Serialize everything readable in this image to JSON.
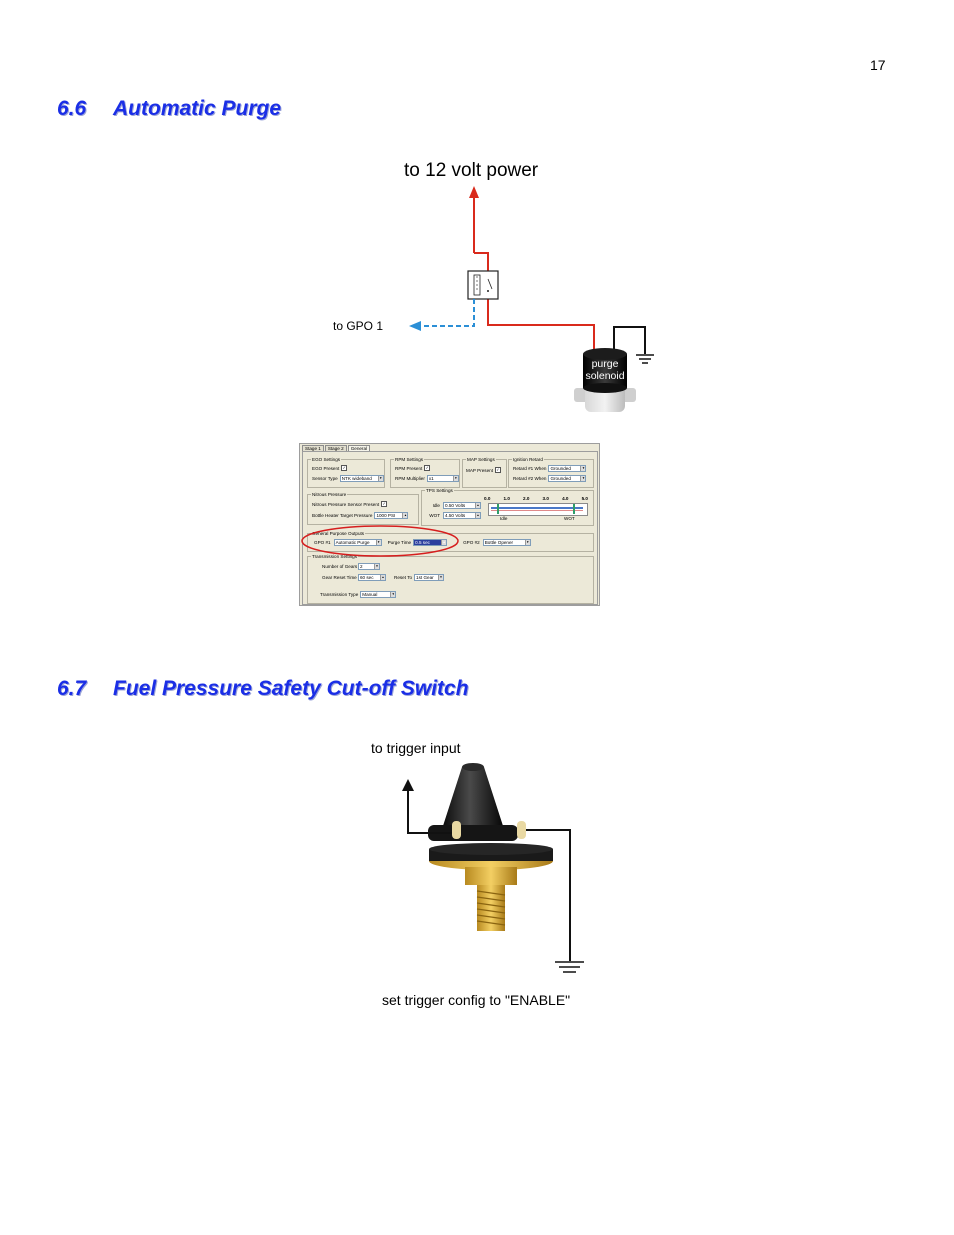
{
  "page": {
    "number": "17"
  },
  "section_6_6": {
    "number": "6.6",
    "title": "Automatic Purge"
  },
  "purge_diagram": {
    "power_label": "to 12 volt power",
    "gpo_label": "to GPO 1",
    "solenoid_line1": "purge",
    "solenoid_line2": "solenoid",
    "colors": {
      "power_wire": "#d92a1c",
      "signal_wire": "#2b8fd6",
      "ground_wire": "#111111"
    }
  },
  "software_panel": {
    "tabs": [
      "Stage 1",
      "Stage 2",
      "General"
    ],
    "egt_settings": {
      "title": "EGO Settings",
      "ego_present": "EGO Present",
      "sensor_type_label": "Sensor Type",
      "sensor_type_value": "NTK wideband"
    },
    "rpm_settings": {
      "title": "RPM Settings",
      "rpm_present": "RPM Present",
      "rpm_multiplier_label": "RPM Multiplier",
      "rpm_multiplier_value": "x1"
    },
    "map_settings": {
      "title": "MAP Settings",
      "map_present": "MAP Present"
    },
    "ignition_retard": {
      "title": "Ignition Retard",
      "retard1_label": "Retard #1 When",
      "retard1_value": "Grounded",
      "retard2_label": "Retard #2 When",
      "retard2_value": "Grounded"
    },
    "nitrous_pressure": {
      "title": "Nitrous Pressure",
      "sensor_present": "Nitrous Pressure Sensor Present",
      "heater_label": "Bottle Heater Target Pressure",
      "heater_value": "1000 PSI"
    },
    "tps_settings": {
      "title": "TPS Settings",
      "idle_label": "Idle",
      "idle_value": "0.50 Volts",
      "wot_label": "WOT",
      "wot_value": "4.50 Volts",
      "scale": [
        "0.0",
        "1.0",
        "2.0",
        "3.0",
        "4.0",
        "5.0"
      ],
      "idle_marker": "Idle",
      "wot_marker": "WOT"
    },
    "gpo": {
      "title": "General Purpose Outputs",
      "gpo1_label": "GPO #1",
      "gpo1_value": "Automatic Purge",
      "purge_time_label": "Purge Time",
      "purge_time_value": "0.5 sec",
      "gpo2_label": "GPO #2",
      "gpo2_value": "Bottle Opener"
    },
    "transmission": {
      "title": "Transmission Settings",
      "gears_label": "Number of Gears",
      "gears_value": "2",
      "reset_time_label": "Gear Reset Time",
      "reset_time_value": "60 sec",
      "reset_to_label": "Reset To",
      "reset_to_value": "1st Gear",
      "trans_type_label": "Transmission Type",
      "trans_type_value": "Manual"
    }
  },
  "section_6_7": {
    "number": "6.7",
    "title": "Fuel Pressure Safety Cut-off Switch"
  },
  "switch_diagram": {
    "trigger_label": "to trigger input",
    "config_label": "set trigger config to \"ENABLE\""
  }
}
